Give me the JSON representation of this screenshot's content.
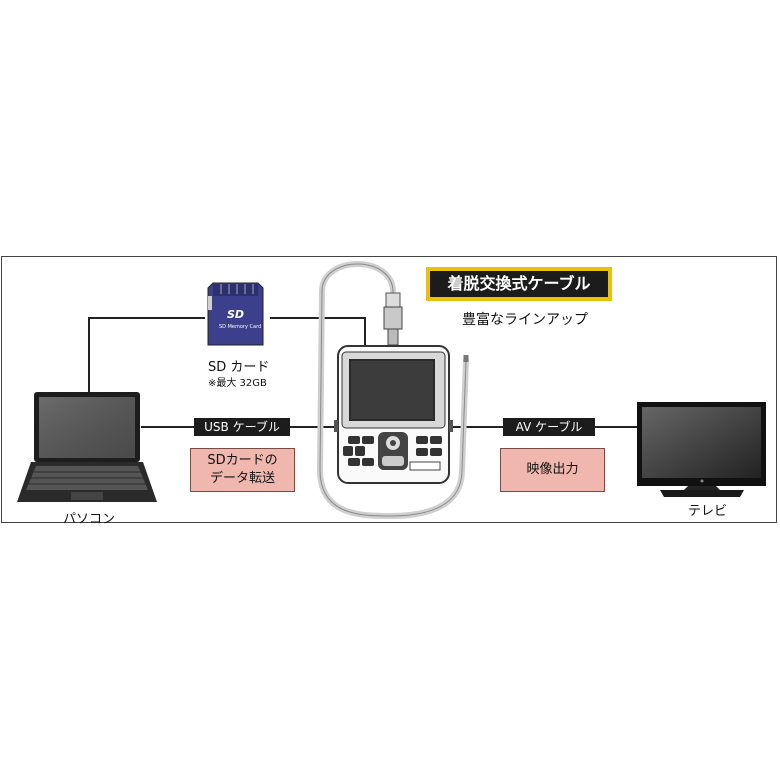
{
  "diagram": {
    "cable_title": "着脱交換式ケーブル",
    "cable_subtitle": "豊富なラインアップ",
    "sd_card": {
      "label": "SD カード",
      "note": "※最大 32GB",
      "card_logo": "SD",
      "card_text": "SD Memory Card"
    },
    "pc": {
      "label": "パソコン"
    },
    "tv": {
      "label": "テレビ"
    },
    "usb_cable": {
      "label": "USB ケーブル"
    },
    "av_cable": {
      "label": "AV ケーブル"
    },
    "sd_transfer": {
      "line1": "SDカードの",
      "line2": "データ転送"
    },
    "video_out": {
      "label": "映像出力"
    },
    "colors": {
      "accent_border": "#e9c10a",
      "label_bg": "#1c1c1c",
      "box_fill": "#f0b7ae"
    }
  }
}
